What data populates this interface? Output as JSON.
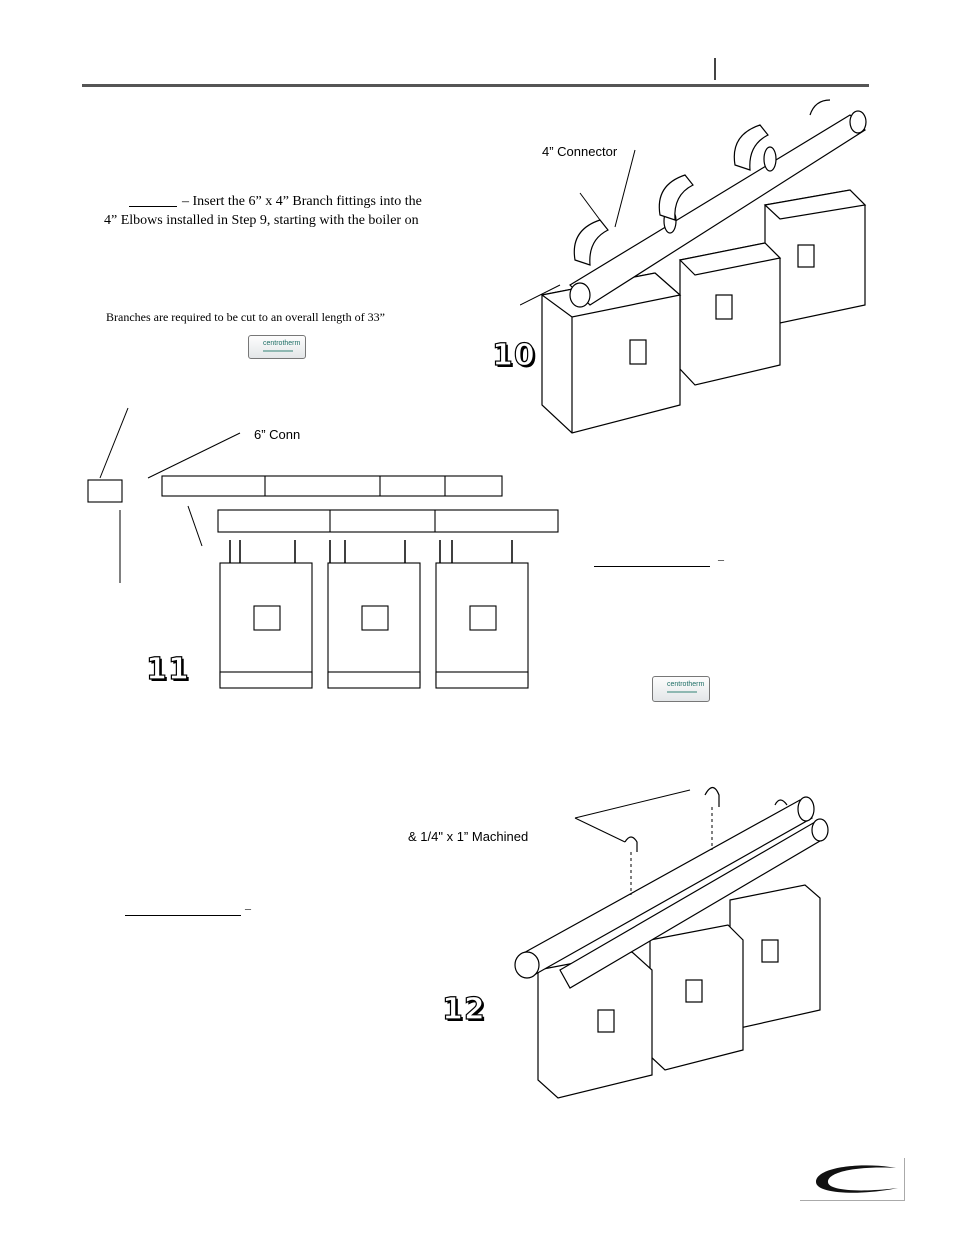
{
  "step10": {
    "number": "10",
    "label_connector": "4” Connector",
    "text_line1": "– Insert the 6” x 4” Branch fittings into the",
    "text_line2": "4” Elbows installed in Step 9, starting with the boiler on",
    "note": "Branches are required to be cut to an overall length of 33”"
  },
  "step11": {
    "number": "11",
    "label_connector": "6” Conn",
    "text_dash": "–"
  },
  "step12": {
    "number": "12",
    "label_machined": "& 1/4\" x 1” Machined",
    "text_dash": "–"
  },
  "cement_tube": {
    "brand": "centrotherm"
  }
}
